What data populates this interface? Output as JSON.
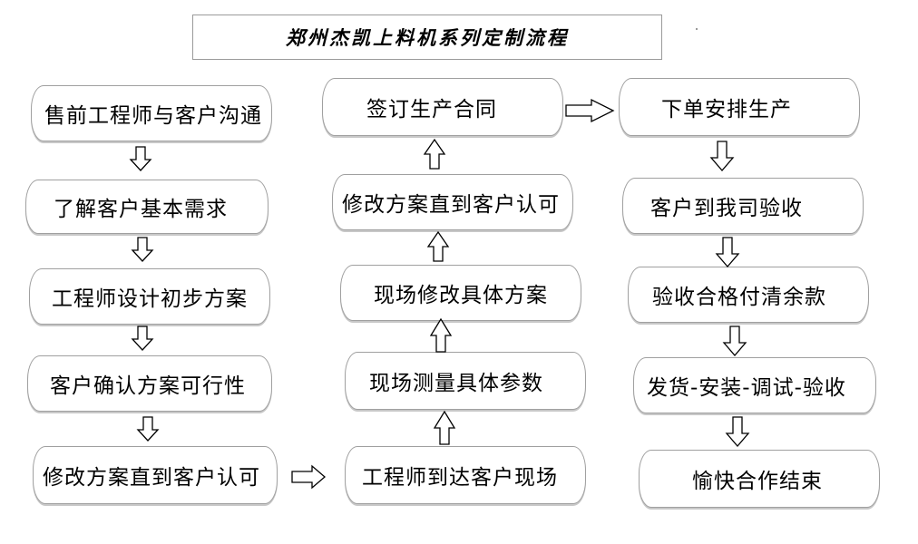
{
  "title": "郑州杰凯上料机系列定制流程",
  "columns": {
    "left": [
      "售前工程师与客户沟通",
      "了解客户基本需求",
      "工程师设计初步方案",
      "客户确认方案可行性",
      "修改方案直到客户认可"
    ],
    "middle": [
      "签订生产合同",
      "修改方案直到客户认可",
      "现场修改具体方案",
      "现场测量具体参数",
      "工程师到达客户现场"
    ],
    "right": [
      "下单安排生产",
      "客户到我司验收",
      "验收合格付清余款",
      "发货-安装-调试-验收",
      "愉快合作结束"
    ]
  }
}
